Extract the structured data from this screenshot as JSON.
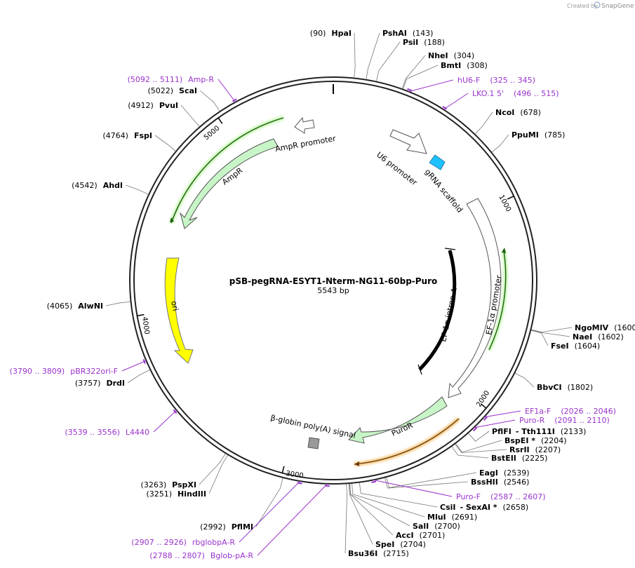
{
  "credit": {
    "prefix": "Created by",
    "brand": "SnapGene"
  },
  "plasmid": {
    "name": "pSB-pegRNA-ESYT1-Nterm-NG11-60bp-Puro",
    "length_label": "5543 bp",
    "length": 5543
  },
  "ticks": [
    "1000",
    "2000",
    "3000",
    "4000",
    "5000"
  ],
  "features": [
    {
      "name": "U6 promoter",
      "color": "#ffffff"
    },
    {
      "name": "gRNA scaffold",
      "color": "#1ec1ff"
    },
    {
      "name": "EF-1α promoter",
      "color": "#ffffff"
    },
    {
      "name": "EF-1α intron A",
      "color": "#000000"
    },
    {
      "name": "PuroR",
      "color": "#c8f5c8"
    },
    {
      "name": "β-globin poly(A) signal",
      "color": "#999999"
    },
    {
      "name": "ori",
      "color": "#ffff00"
    },
    {
      "name": "AmpR",
      "color": "#c8f5c8"
    },
    {
      "name": "AmpR promoter",
      "color": "#ffffff"
    }
  ],
  "sites": [
    {
      "pos": "(90)",
      "name": "HpaI"
    },
    {
      "name": "PshAI",
      "pos": "(143)"
    },
    {
      "name": "PsiI",
      "pos": "(188)"
    },
    {
      "name": "NheI",
      "pos": "(304)"
    },
    {
      "name": "BmtI",
      "pos": "(308)"
    },
    {
      "name": "NcoI",
      "pos": "(678)"
    },
    {
      "name": "PpuMI",
      "pos": "(785)"
    },
    {
      "name": "NgoMIV",
      "pos": "(1600)"
    },
    {
      "name": "NaeI",
      "pos": "(1602)"
    },
    {
      "name": "FseI",
      "pos": "(1604)"
    },
    {
      "name": "BbvCI",
      "pos": "(1802)"
    },
    {
      "name": "PflFI",
      "name2": "- Tth111I",
      "pos": "(2133)"
    },
    {
      "name": "BspEI *",
      "pos": "(2204)"
    },
    {
      "name": "RsrII",
      "pos": "(2207)"
    },
    {
      "name": "BstEII",
      "pos": "(2225)"
    },
    {
      "name": "EagI",
      "pos": "(2539)"
    },
    {
      "name": "BssHII",
      "pos": "(2546)"
    },
    {
      "name": "CsiI",
      "name2": "- SexAI *",
      "pos": "(2658)"
    },
    {
      "name": "MluI",
      "pos": "(2691)"
    },
    {
      "name": "SalI",
      "pos": "(2700)"
    },
    {
      "name": "AccI",
      "pos": "(2701)"
    },
    {
      "name": "SpeI",
      "pos": "(2704)"
    },
    {
      "name": "Bsu36I",
      "pos": "(2715)"
    },
    {
      "pos": "(2992)",
      "name": "PflMI"
    },
    {
      "pos": "(3251)",
      "name": "HindIII"
    },
    {
      "pos": "(3263)",
      "name": "PspXI"
    },
    {
      "pos": "(3757)",
      "name": "DrdI"
    },
    {
      "pos": "(4065)",
      "name": "AlwNI"
    },
    {
      "pos": "(4542)",
      "name": "AhdI"
    },
    {
      "pos": "(4764)",
      "name": "FspI"
    },
    {
      "pos": "(4912)",
      "name": "PvuI"
    },
    {
      "pos": "(5022)",
      "name": "ScaI"
    }
  ],
  "primers": [
    {
      "name": "hU6-F",
      "range": "(325 .. 345)"
    },
    {
      "name": "LKO.1 5'",
      "range": "(496 .. 515)"
    },
    {
      "name": "EF1a-F",
      "range": "(2026 .. 2046)"
    },
    {
      "name": "Puro-R",
      "range": "(2091 .. 2110)"
    },
    {
      "name": "Puro-F",
      "range": "(2587 .. 2607)"
    },
    {
      "range": "(2907 .. 2926)",
      "name": "rbglobpA-R"
    },
    {
      "range": "(2788 .. 2807)",
      "name": "Bglob-pA-R"
    },
    {
      "range": "(3539 .. 3556)",
      "name": "L4440"
    },
    {
      "range": "(3790 .. 3809)",
      "name": "pBR322ori-F"
    },
    {
      "range": "(5092 .. 5111)",
      "name": "Amp-R"
    }
  ]
}
